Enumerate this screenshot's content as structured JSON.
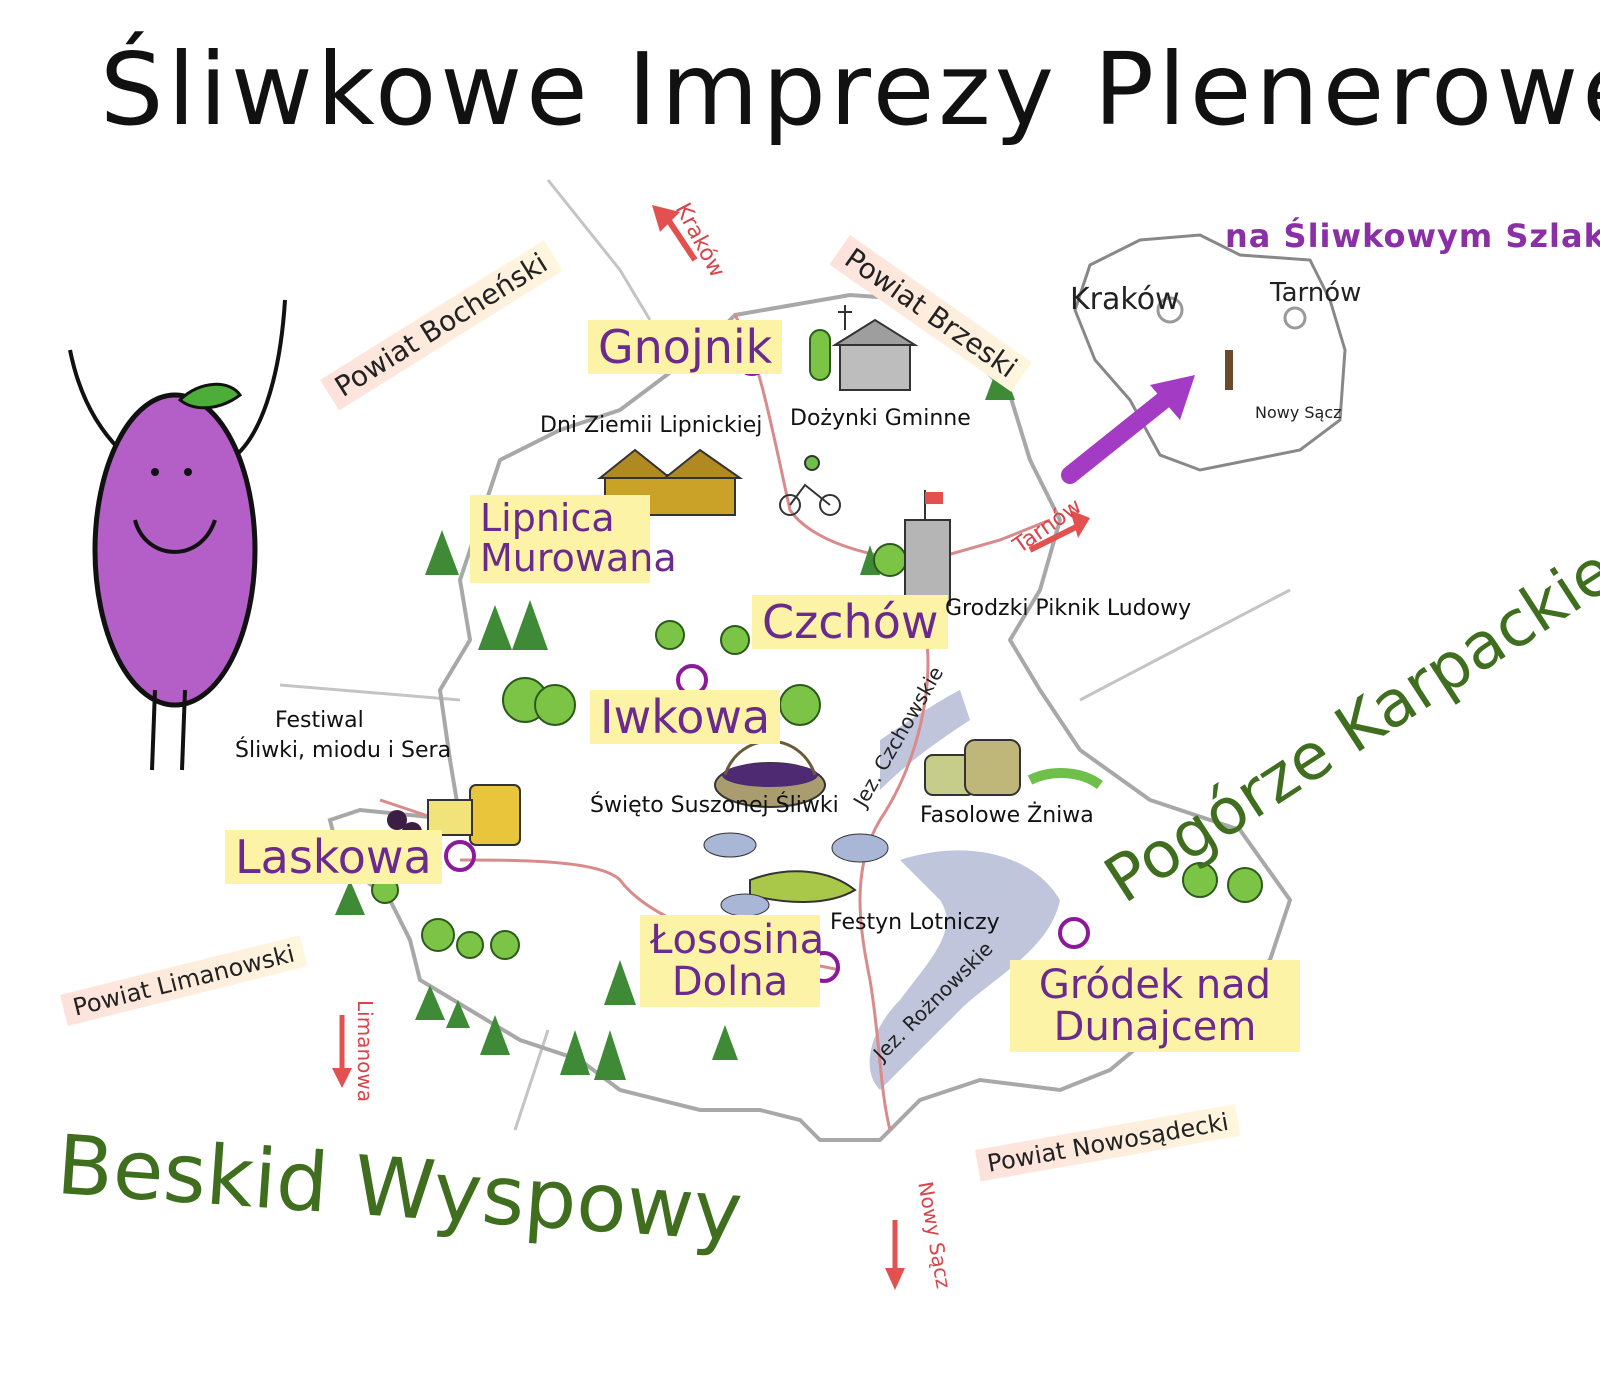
{
  "title": "Śliwkowe Imprezy Plenerowe",
  "towns": [
    {
      "name": "Gnojnik"
    },
    {
      "name": "Lipnica Murowana"
    },
    {
      "name": "Czchów"
    },
    {
      "name": "Iwkowa"
    },
    {
      "name": "Laskowa"
    },
    {
      "name": "Łososina Dolna"
    },
    {
      "name": "Gródek nad Dunajcem"
    }
  ],
  "events": {
    "dni_ziemi": "Dni Ziemii Lipnickiej",
    "dozynki": "Dożynki Gminne",
    "piknik": "Grodzki Piknik Ludowy",
    "festiwal_line1": "Festiwal",
    "festiwal_line2": "Śliwki, miodu i Sera",
    "swieto": "Święto Suszonej Śliwki",
    "fasolowe": "Fasolowe Żniwa",
    "festyn": "Festyn Lotniczy"
  },
  "powiaty": {
    "bochenski": "Powiat Bocheński",
    "brzeski": "Powiat Brzeski",
    "limanowski": "Powiat Limanowski",
    "nowosadecki": "Powiat Nowosądecki"
  },
  "regions": {
    "pogorze": "Pogórze Karpackie",
    "beskid": "Beskid Wyspowy"
  },
  "directions": {
    "krakow": "Kraków",
    "tarnow": "Tarnów",
    "limanowa": "Limanowa",
    "nowy_sacz": "Nowy Sącz"
  },
  "lakes": {
    "czchowskie": "Jez. Czchowskie",
    "roznowskie": "Jez. Rożnowskie"
  },
  "inset": {
    "heading": "na Śliwkowym Szlaku",
    "krakow": "Kraków",
    "tarnow": "Tarnów",
    "nowy_sacz": "Nowy Sącz"
  },
  "icons": {
    "mascot": "plum-mascot-icon",
    "church": "church-icon",
    "tower": "castle-tower-icon",
    "cyclist": "cyclist-icon",
    "plane": "plane-icon",
    "basket": "basket-icon",
    "beans": "bean-sacks-icon",
    "honey": "honey-jar-icon"
  },
  "colors": {
    "town_highlight": "#fdf3a6",
    "town_text": "#6a2a8e",
    "marker": "#8a1a9a",
    "road": "#d98b8b",
    "arrow": "#e35050",
    "region_text": "#3f6e1f",
    "mascot": "#b45fc7",
    "lake": "#b9bfd8",
    "border": "#a8a8a8"
  }
}
